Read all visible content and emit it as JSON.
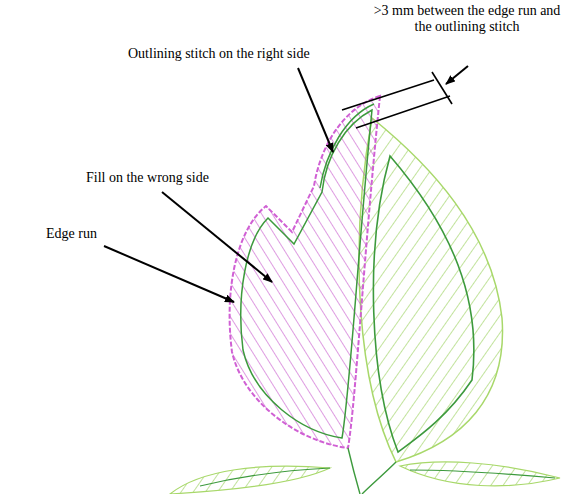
{
  "diagram": {
    "labels": [
      ">3 mm between the edge run and the outlining stitch",
      "Outlining stitch on the right side",
      "Fill on the wrong side",
      "Edge run"
    ]
  }
}
